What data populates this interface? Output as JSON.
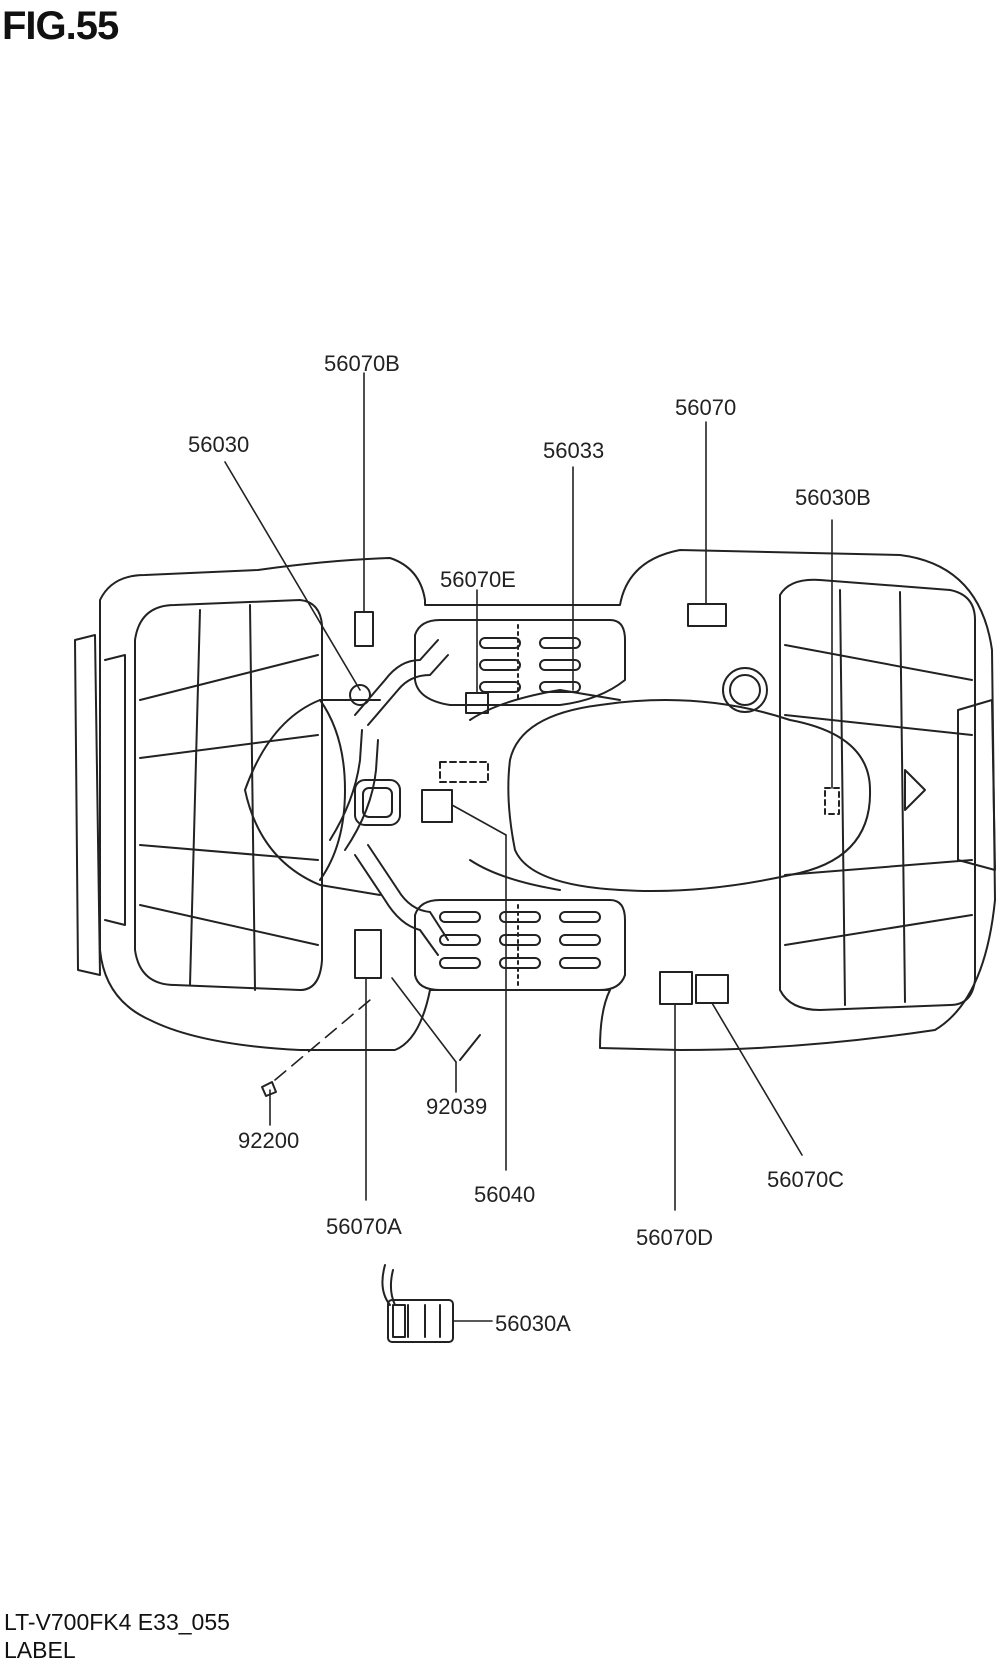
{
  "figure": {
    "title": "FIG.55"
  },
  "parts": [
    {
      "id": "56070B",
      "label": "56070B"
    },
    {
      "id": "56030",
      "label": "56030"
    },
    {
      "id": "56033",
      "label": "56033"
    },
    {
      "id": "56070",
      "label": "56070"
    },
    {
      "id": "56030B",
      "label": "56030B"
    },
    {
      "id": "56070E",
      "label": "56070E"
    },
    {
      "id": "92039",
      "label": "92039"
    },
    {
      "id": "92200",
      "label": "92200"
    },
    {
      "id": "56040",
      "label": "56040"
    },
    {
      "id": "56070C",
      "label": "56070C"
    },
    {
      "id": "56070A",
      "label": "56070A"
    },
    {
      "id": "56070D",
      "label": "56070D"
    },
    {
      "id": "56030A",
      "label": "56030A"
    }
  ],
  "footer": {
    "model": "LT-V700FK4 E33_055",
    "name": "LABEL"
  }
}
